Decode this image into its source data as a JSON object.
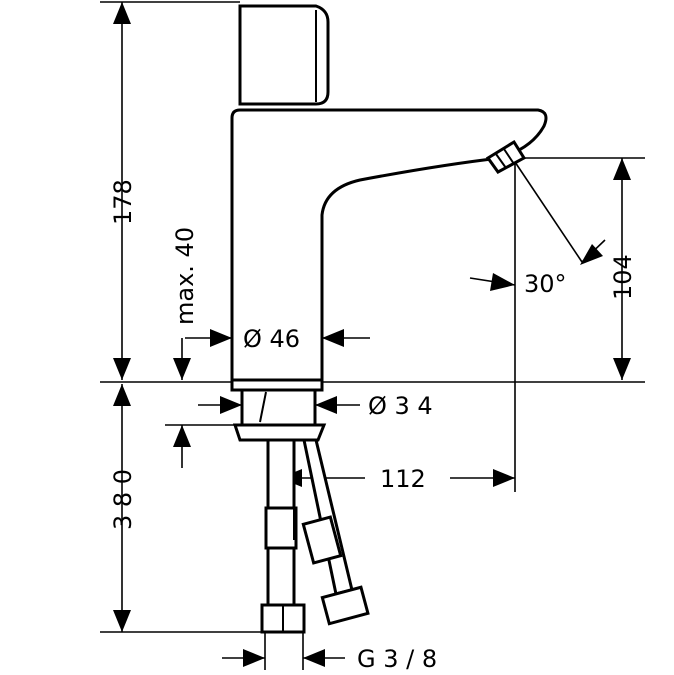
{
  "drawing": {
    "dimensions": {
      "total_height": "178",
      "max_deck_thickness": "max. 40",
      "body_diameter": "Ø 46",
      "shank_diameter": "Ø 3 4",
      "projection": "112",
      "spray_angle": "30°",
      "spout_height": "104",
      "hose_length": "3 8 0",
      "connection_thread": "G 3 / 8"
    }
  }
}
